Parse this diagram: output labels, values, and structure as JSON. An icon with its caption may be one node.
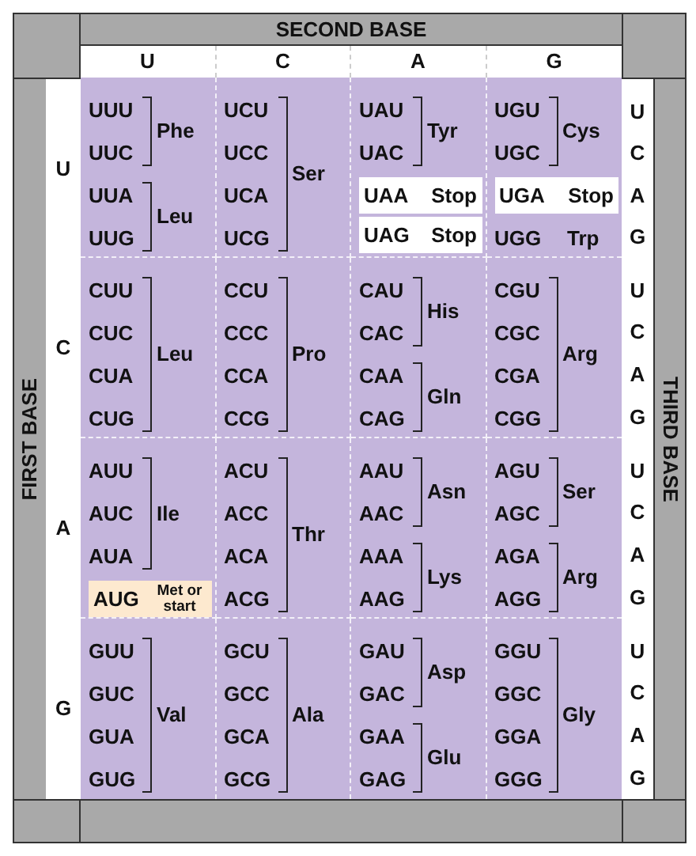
{
  "diagram": {
    "nodes": [
      {
        "text": [
          "UUU",
          "UUC",
          "Phe",
          "UUA",
          "UUG",
          "Leu"
        ]
      },
      {
        "text": [
          "UCU",
          "UCC",
          "UCA",
          "UCG",
          "Ser"
        ]
      },
      {
        "text": [
          "UAU",
          "UAC",
          "Tyr"
        ]
      },
      {
        "text": [
          "UAA",
          "Stop"
        ],
        "in": 2
      },
      {
        "text": [
          "UAG",
          "Stop"
        ],
        "in": 2
      },
      {
        "text": [
          "UGU",
          "UGC",
          "Cys",
          "UGG",
          "Trp"
        ]
      },
      {
        "text": [
          "UGA",
          "Stop"
        ],
        "in": 5
      },
      {
        "text": [
          "CUU",
          "CUC",
          "CUA",
          "CUG",
          "Leu"
        ]
      },
      {
        "text": [
          "CCU",
          "CCC",
          "CCA",
          "CCG",
          "Pro"
        ]
      },
      {
        "text": [
          "CAU",
          "CAC",
          "His",
          "CAA",
          "CAG",
          "Gln"
        ]
      },
      {
        "text": [
          "CGU",
          "CGC",
          "CGA",
          "CGG",
          "Arg"
        ]
      },
      {
        "text": [
          "AUU",
          "AUC",
          "AUA",
          "Ile"
        ]
      },
      {
        "text": [
          "AUG",
          "Met or start"
        ],
        "in": 11
      },
      {
        "text": [
          "ACU",
          "ACC",
          "ACA",
          "ACG",
          "Thr"
        ]
      },
      {
        "text": [
          "AAU",
          "AAC",
          "Asn",
          "AAA",
          "AAG",
          "Lys"
        ]
      },
      {
        "text": [
          "AGU",
          "AGC",
          "Ser",
          "AGA",
          "AGG",
          "Arg"
        ]
      },
      {
        "text": [
          "GUU",
          "GUC",
          "GUA",
          "GUG",
          "Val"
        ]
      },
      {
        "text": [
          "GCU",
          "GCC",
          "GCA",
          "GCG",
          "Ala"
        ]
      },
      {
        "text": [
          "GAU",
          "GAC",
          "Asp",
          "GAA",
          "GAG",
          "Glu"
        ]
      },
      {
        "text": [
          "GGU",
          "GGC",
          "GGA",
          "GGG",
          "Gly"
        ]
      }
    ],
    "labels": [
      "SECOND BASE",
      "U",
      "C",
      "A",
      "G",
      "FIRST BASE",
      "U",
      "C",
      "A",
      "G",
      "THIRD BASE",
      "U",
      "C",
      "A",
      "G",
      "U",
      "C",
      "A",
      "G",
      "U",
      "C",
      "A",
      "G",
      "U",
      "C",
      "A",
      "G"
    ]
  }
}
